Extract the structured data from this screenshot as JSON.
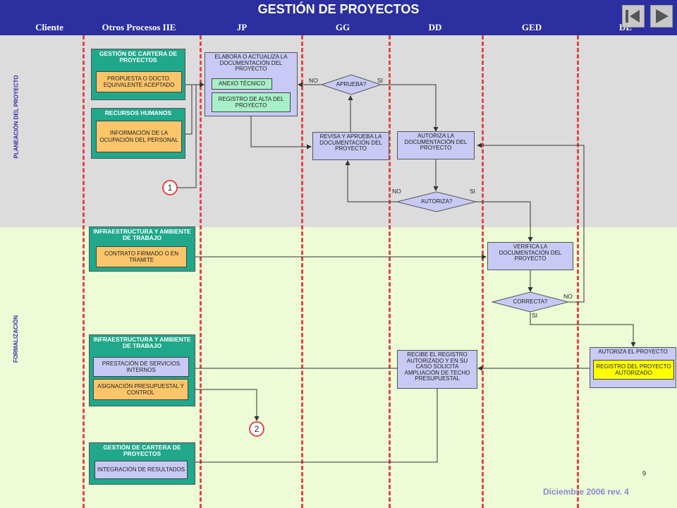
{
  "title": "GESTIÓN DE PROYECTOS",
  "lanes": [
    "Cliente",
    "Otros Procesos IIE",
    "JP",
    "GG",
    "DD",
    "GED",
    "DE"
  ],
  "phases": {
    "planning": "PLANEACIÓN DEL PROYECTO",
    "formalization": "FORMALIZACIÓN"
  },
  "groups": {
    "cartera1": {
      "title": "GESTIÓN DE CARTERA DE PROYECTOS",
      "doc": "PROPUESTA O DOCTO. EQUIVALENTE ACEPTADO"
    },
    "rh": {
      "title": "RECURSOS HUMANOS",
      "doc": "INFORMACIÓN DE LA OCUPACIÓN DEL PERSONAL"
    },
    "infra1": {
      "title": "INFRAESTRUCTURA Y AMBIENTE DE TRABAJO",
      "doc": "CONTRATO FIRMADO O EN TRAMITE"
    },
    "infra2": {
      "title": "INFRAESTRUCTURA Y AMBIENTE DE TRABAJO",
      "doc1": "PRESTACIÓN DE SERVICIOS INTERNOS",
      "doc2": "ASIGNACIÓN PRESUPUESTAL Y CONTROL"
    },
    "cartera2": {
      "title": "GESTIÓN DE CARTERA DE PROYECTOS",
      "doc": "INTEGRACIÓN DE RESULTADOS"
    }
  },
  "processes": {
    "elabora": {
      "text": "ELABORA O ACTUALIZA LA DOCUMENTACIÓN DEL PROYECTO",
      "doc1": "ANEXO TÉCNICO",
      "doc2": "REGISTRO DE ALTA DEL PROYECTO"
    },
    "revisa": "REVISA Y APRUEBA LA DOCUMENTACIÓN DEL PROYECTO",
    "autoriza_doc": "AUTORIZA LA DOCUMENTACIÓN DEL PROYECTO",
    "verifica": "VERIFICA LA DOCUMENTACIÓN DEL PROYECTO",
    "recibe": "RECIBE EL REGISTRO AUTORIZADO Y EN SU CASO SOLICITA AMPLIACIÓN DE TECHO PRESUPUESTAL",
    "autoriza_proy": {
      "text": "AUTORIZA EL PROYECTO",
      "doc": "REGISTRO DEL PROYECTO AUTORIZADO"
    }
  },
  "decisions": {
    "aprueba": "APRUEBA?",
    "autoriza": "AUTORIZA?",
    "correcta": "CORRECTA?"
  },
  "answers": {
    "yes": "SI",
    "no": "NO"
  },
  "connectors": [
    "1",
    "2"
  ],
  "page_number": "9",
  "footer": "Diciembre 2006  rev. 4",
  "colors": {
    "header": "#2b2fa0",
    "group": "#1fa88a",
    "process": "#c9c9f5",
    "doc_orange": "#fbc56a",
    "doc_green": "#a8f0c8",
    "doc_yellow": "#ffff00",
    "lane_separator": "#e04848",
    "band_planning": "#dcdcdc",
    "band_formalization": "#edfbd6"
  },
  "icons": {
    "nav_first": "first-page-icon",
    "nav_next": "play-icon"
  }
}
